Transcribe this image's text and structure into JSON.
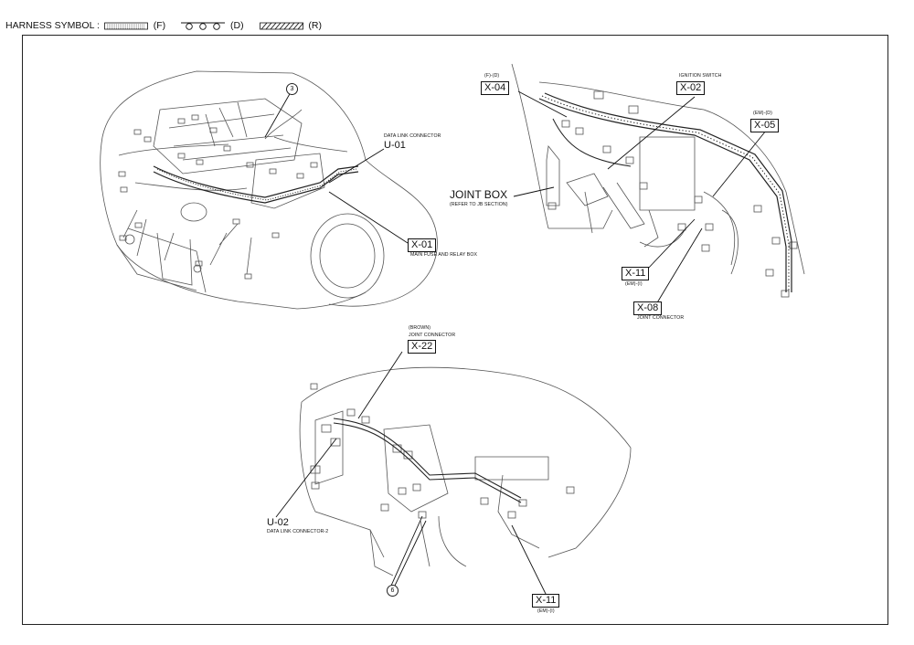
{
  "legend": {
    "label": "HARNESS SYMBOL :",
    "front": "(F)",
    "dash": "(D)",
    "rear": "(R)"
  },
  "engine_view": {
    "callout_3": "3",
    "dlc_caption": "DATA LINK CONNECTOR",
    "dlc_code": "U-01",
    "fuse_code": "X-01",
    "fuse_caption": "MAIN FUSE AND RELAY BOX"
  },
  "dash_view": {
    "x04_sub": "(F)-(D)",
    "x04_code": "X-04",
    "ign_caption": "IGNITION SWITCH",
    "x02_code": "X-02",
    "x05_sub": "(EM)-(D)",
    "x05_code": "X-05",
    "jb_title": "JOINT BOX",
    "jb_caption": "(REFER TO JB SECTION)",
    "x11_code": "X-11",
    "x11_sub": "(EM)-(I)",
    "x08_code": "X-08",
    "x08_caption": "JOINT CONNECTOR"
  },
  "panel_view": {
    "x22_color": "(BROWN)",
    "x22_caption": "JOINT CONNECTOR",
    "x22_code": "X-22",
    "u02_code": "U-02",
    "u02_caption": "DATA LINK CONNECTOR-2",
    "callout_6": "6",
    "x11_code": "X-11",
    "x11_sub": "(EM)-(I)"
  }
}
